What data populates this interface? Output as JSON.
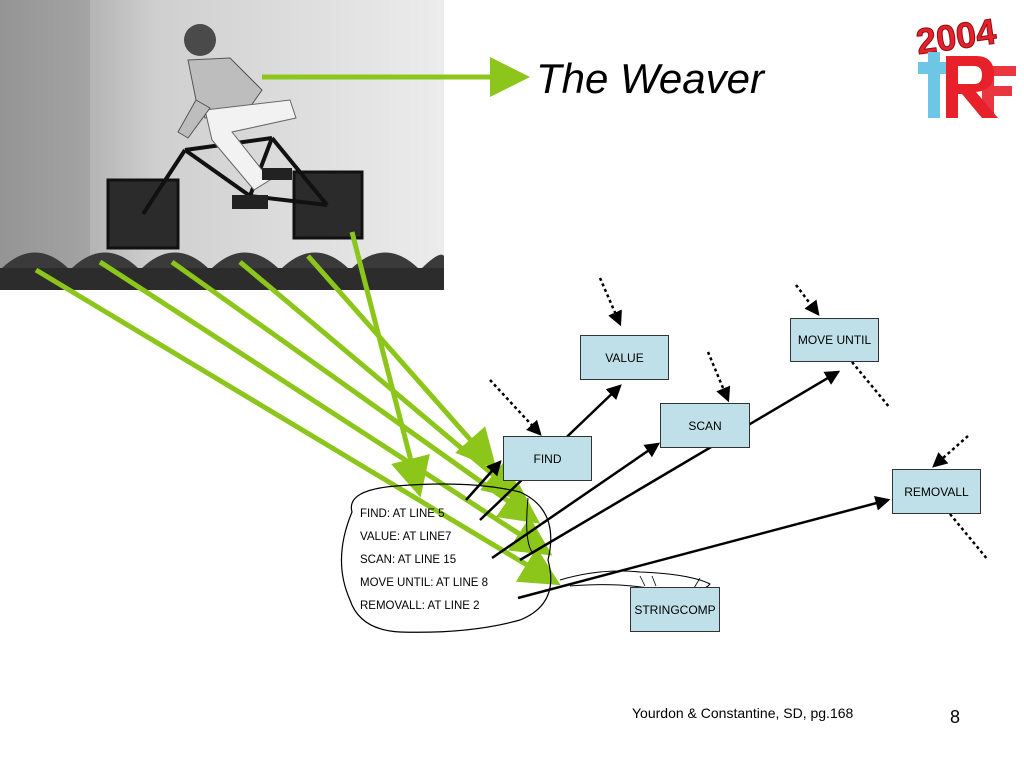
{
  "slide": {
    "title": "The Weaver",
    "citation": "Yourdon & Constantine, SD, pg.168",
    "page_number": "8"
  },
  "logo": {
    "year": "2004",
    "mark": "RE"
  },
  "modules": {
    "value": "VALUE",
    "move_until": "MOVE UNTIL",
    "scan": "SCAN",
    "find": "FIND",
    "removall": "REMOVALL",
    "stringcomp": "STRINGCOMP"
  },
  "code_lines": [
    "FIND: AT LINE 5",
    "VALUE: AT LINE7",
    "SCAN: AT LINE 15",
    "MOVE UNTIL: AT LINE 8",
    "REMOVALL: AT LINE 2"
  ],
  "colors": {
    "arrow_green": "#8cc61a",
    "box_fill": "#bfe0e8",
    "logo_red": "#e8202a",
    "logo_blue": "#6ec6e6"
  }
}
